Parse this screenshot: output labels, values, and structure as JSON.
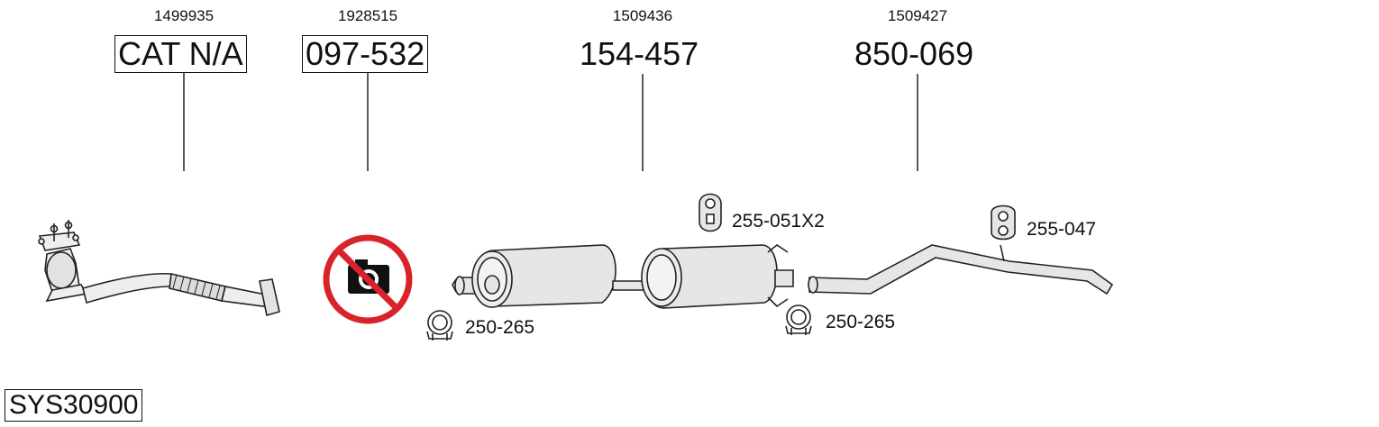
{
  "parts": [
    {
      "ref": "1499935",
      "number": "CAT N/A",
      "boxed": true
    },
    {
      "ref": "1928515",
      "number": "097-532",
      "boxed": true
    },
    {
      "ref": "1509436",
      "number": "154-457",
      "boxed": false
    },
    {
      "ref": "1509427",
      "number": "850-069",
      "boxed": false
    }
  ],
  "fittings": {
    "hanger_1": "255-051X2",
    "hanger_2": "255-047",
    "clamp_1": "250-265",
    "clamp_2": "250-265"
  },
  "system_code": "SYS30900",
  "colors": {
    "prohibited": "#d9232a",
    "line": "#222222",
    "part_fill": "#e6e6e6"
  },
  "icons": [
    "catalytic-converter-icon",
    "no-photo-icon",
    "silencer-icon",
    "tailpipe-icon",
    "rubber-hanger-icon",
    "clamp-icon"
  ]
}
